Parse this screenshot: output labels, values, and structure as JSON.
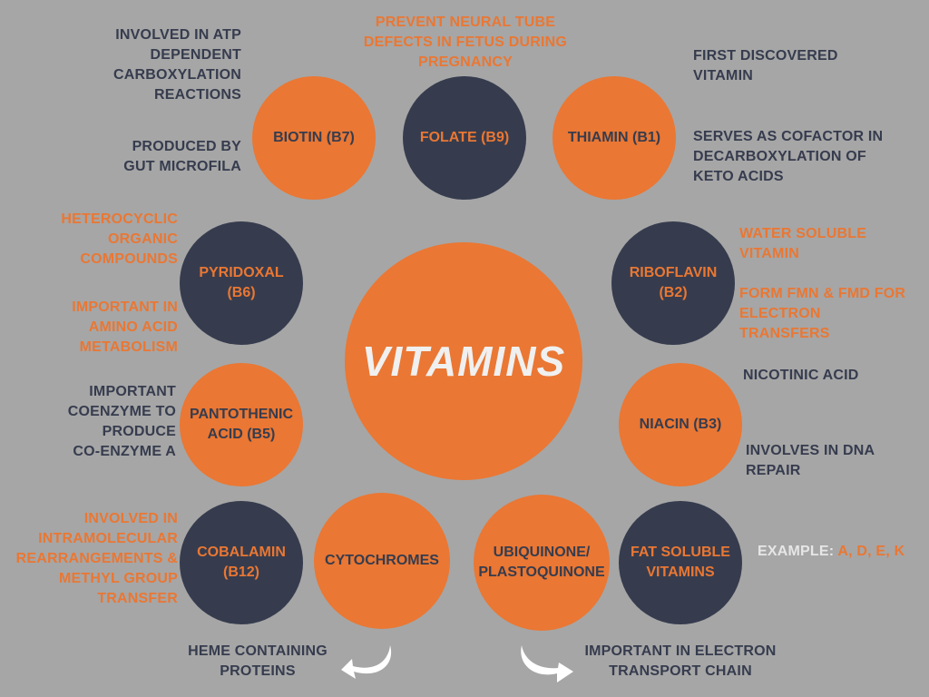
{
  "center": "VITAMINS",
  "circles": {
    "biotin": "BIOTIN (B7)",
    "folate": "FOLATE (B9)",
    "thiamin": "THIAMIN (B1)",
    "pyridoxal": "PYRIDOXAL\n(B6)",
    "riboflavin": "RIBOFLAVIN\n(B2)",
    "pantothenic": "PANTOTHENIC\nACID (B5)",
    "niacin": "NIACIN (B3)",
    "cobalamin": "COBALAMIN\n(B12)",
    "cytochromes": "CYTOCHROMES",
    "ubiquinone": "UBIQUINONE/\nPLASTOQUINONE",
    "fat_soluble": "FAT SOLUBLE\nVITAMINS"
  },
  "notes": {
    "biotin_1": "INVOLVED IN ATP\nDEPENDENT\nCARBOXYLATION\nREACTIONS",
    "biotin_2": "PRODUCED BY\nGUT MICROFILA",
    "folate_1": "PREVENT NEURAL TUBE\nDEFECTS IN FETUS DURING\nPREGNANCY",
    "thiamin_1": "FIRST  DISCOVERED\nVITAMIN",
    "thiamin_2": "SERVES AS COFACTOR IN\nDECARBOXYLATION OF\nKETO ACIDS",
    "pyridoxal_1": "HETEROCYCLIC\nORGANIC\nCOMPOUNDS",
    "pyridoxal_2": "IMPORTANT IN\nAMINO ACID\nMETABOLISM",
    "riboflavin_1": "WATER SOLUBLE\nVITAMIN",
    "riboflavin_2": "FORM FMN &  FMD FOR\nELECTRON\nTRANSFERS",
    "pantothenic_1": "IMPORTANT\nCOENZYME TO\nPRODUCE\nCO-ENZYME A",
    "niacin_1": "NICOTINIC ACID",
    "niacin_2": "INVOLVES IN DNA\nREPAIR",
    "cobalamin_1": "INVOLVED IN\nINTRAMOLECULAR\nREARRANGEMENTS &\nMETHYL GROUP\nTRANSFER",
    "fat_soluble_label": "EXAMPLE:",
    "fat_soluble_value": "A, D, E, K",
    "cytochromes_1": "HEME CONTAINING\nPROTEINS",
    "ubiquinone_1": "IMPORTANT IN ELECTRON\nTRANSPORT CHAIN"
  },
  "colors": {
    "background": "#a6a6a6",
    "orange": "#ea7733",
    "navy": "#363c4e"
  }
}
